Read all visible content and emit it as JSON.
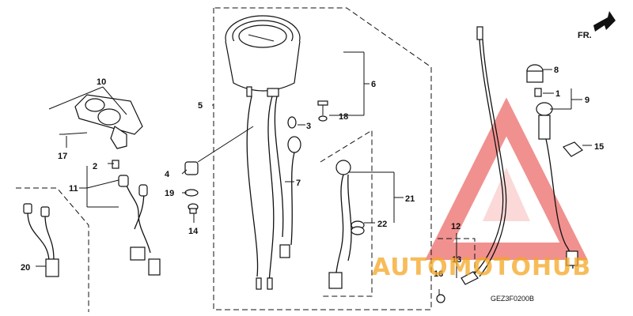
{
  "diagram": {
    "code": "GEZ3F0200B",
    "direction_label": "FR.",
    "callouts": [
      "1",
      "2",
      "3",
      "4",
      "5",
      "6",
      "7",
      "8",
      "9",
      "10",
      "11",
      "12",
      "13",
      "14",
      "15",
      "16",
      "17",
      "18",
      "19",
      "20",
      "21",
      "22"
    ]
  },
  "watermark": {
    "text": "AUTOMOTOHUB",
    "color_orange": "#f5a623",
    "color_red": "#e53935",
    "color_gray": "#8a8a8a"
  }
}
